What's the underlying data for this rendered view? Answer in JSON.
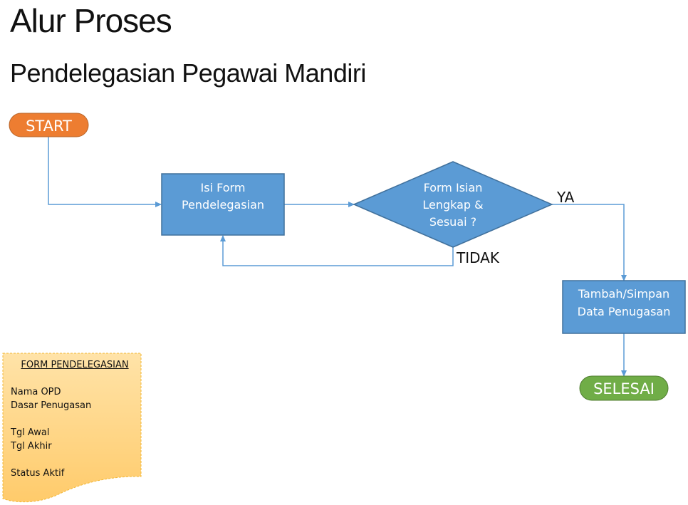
{
  "header": {
    "title": "Alur Proses",
    "subtitle": "Pendelegasian Pegawai Mandiri"
  },
  "flow": {
    "start": "START",
    "process1": [
      "Isi Form",
      "Pendelegasian"
    ],
    "decision": [
      "Form Isian",
      "Lengkap &",
      "Sesuai ?"
    ],
    "yes_label": "YA",
    "no_label": "TIDAK",
    "process2": [
      "Tambah/Simpan",
      "Data Penugasan"
    ],
    "end": "SELESAI"
  },
  "form_doc": {
    "title": "FORM PENDELEGASIAN",
    "lines": [
      "Nama OPD",
      "Dasar Penugasan",
      "",
      "Tgl Awal",
      "Tgl Akhir",
      "",
      "Status Aktif"
    ]
  },
  "colors": {
    "start": "#ED7D31",
    "process": "#5B9BD5",
    "end": "#70AD47",
    "connector": "#5B9BD5",
    "document": "#FFD27F"
  }
}
